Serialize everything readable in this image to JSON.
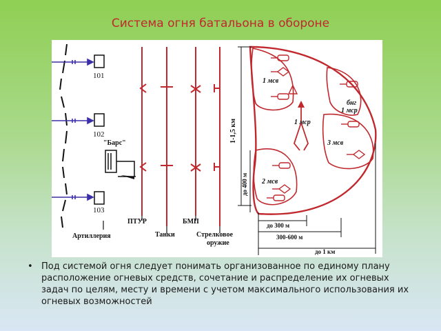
{
  "slide": {
    "title": "Система огня батальона в обороне",
    "bullet": "Под системой огня следует понимать организованное по единому плану расположение огневых средств, сочетание и распределение их огневых задач по целям, месту и времени с учетом максимального использования их огневых возможностей"
  },
  "diagram": {
    "artillery_units": [
      "101",
      "102",
      "103"
    ],
    "bars_label": "\"Барс\"",
    "weapon_labels": {
      "ptur": "ПТУР",
      "bmp": "БМП",
      "artillery": "Артиллерия",
      "tanks": "Танки",
      "small_arms_line1": "Стрелковое",
      "small_arms_line2": "оружие"
    },
    "company_labels": {
      "c1": "1 мсв",
      "c2": "2 мсв",
      "c3": "3 мсв",
      "reserve": "1 мср",
      "bng_line1": "бнг",
      "bng_line2": "1 мср"
    },
    "distances": {
      "depth_front": "1-1,5 км",
      "depth_400": "до 400 м",
      "range_300": "до 300 м",
      "range_300_600": "300-600 м",
      "range_1km": "до 1 км"
    },
    "colors": {
      "red": "#c0282d",
      "blue": "#3a2fa8",
      "title": "#c0282d"
    }
  }
}
